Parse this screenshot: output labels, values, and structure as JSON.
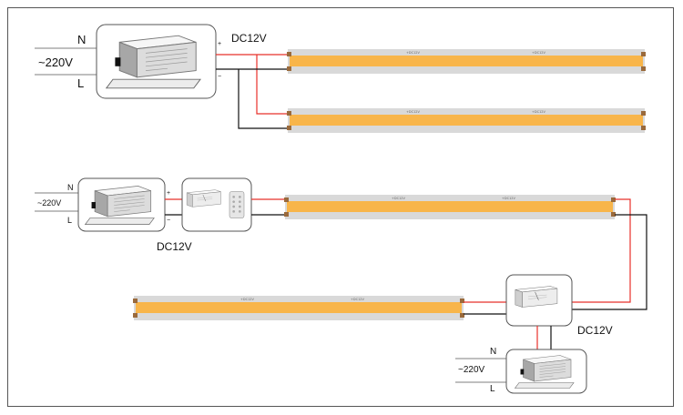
{
  "diagram": {
    "top": {
      "mains_n": "N",
      "mains_voltage": "~220V",
      "mains_l": "L",
      "plus": "+",
      "minus": "−",
      "output_voltage": "DC12V",
      "strip_mark_1": "+DC12V",
      "strip_mark_2": "+DC12V"
    },
    "middle": {
      "mains_n": "N",
      "mains_voltage": "~220V",
      "mains_l": "L",
      "plus": "+",
      "minus": "−",
      "output_voltage": "DC12V",
      "strip_mark_1": "+DC12V",
      "strip_mark_2": "+DC12V"
    },
    "bottom": {
      "output_voltage": "DC12V",
      "strip_mark_1": "+DC12V",
      "strip_mark_2": "+DC12V",
      "mains_n": "N",
      "mains_voltage": "~220V",
      "mains_l": "L"
    },
    "colors": {
      "led": "#f8b54a",
      "strip_body": "#d9d9d9",
      "end_cap": "#9a6a3c",
      "wire_positive": "#e8302a",
      "wire_negative": "#111111",
      "frame": "#555555"
    }
  }
}
